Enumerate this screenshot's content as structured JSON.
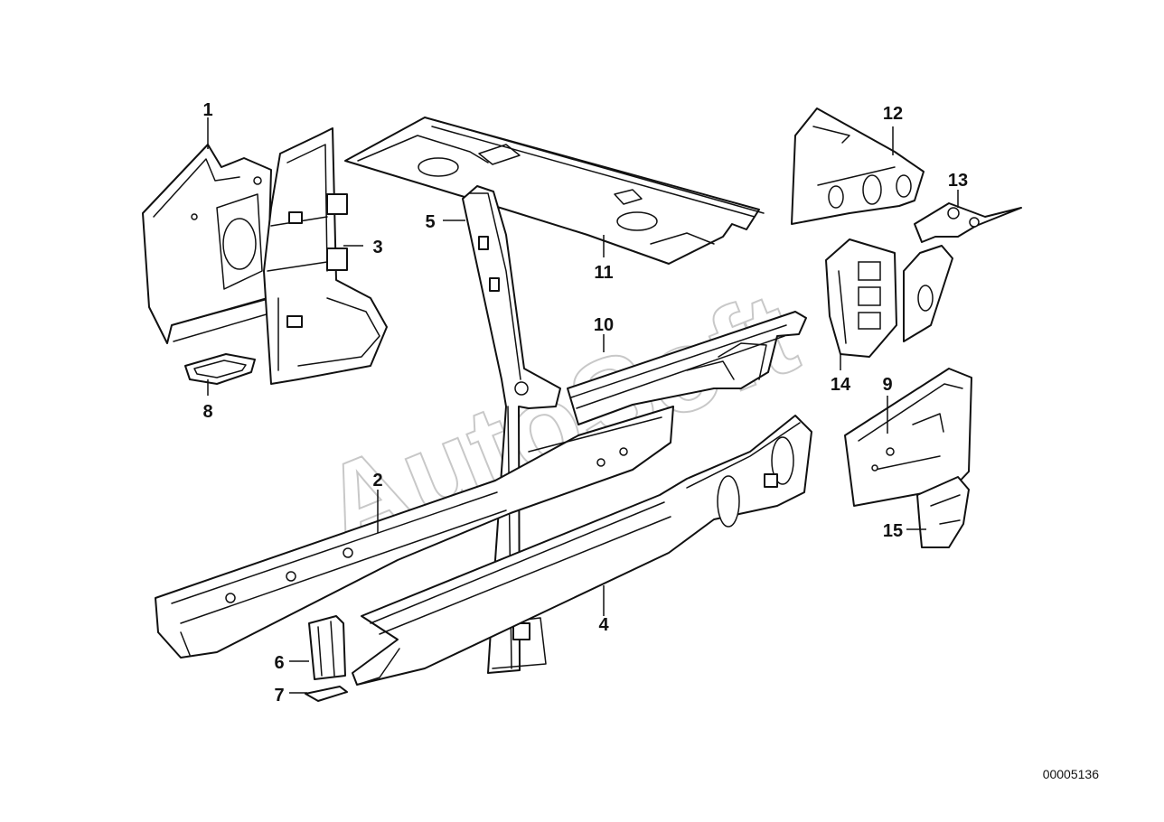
{
  "callouts": [
    {
      "id": "1",
      "label": "1"
    },
    {
      "id": "2",
      "label": "2"
    },
    {
      "id": "3",
      "label": "3"
    },
    {
      "id": "4",
      "label": "4"
    },
    {
      "id": "5",
      "label": "5"
    },
    {
      "id": "6",
      "label": "6"
    },
    {
      "id": "7",
      "label": "7"
    },
    {
      "id": "8",
      "label": "8"
    },
    {
      "id": "9",
      "label": "9"
    },
    {
      "id": "10",
      "label": "10"
    },
    {
      "id": "11",
      "label": "11"
    },
    {
      "id": "12",
      "label": "12"
    },
    {
      "id": "13",
      "label": "13"
    },
    {
      "id": "14",
      "label": "14"
    },
    {
      "id": "15",
      "label": "15"
    }
  ],
  "catalog_number": "00005136",
  "watermark": "AutoSoft",
  "colors": {
    "line": "#111111",
    "watermark": "#c8c8c8",
    "background": "#ffffff"
  }
}
